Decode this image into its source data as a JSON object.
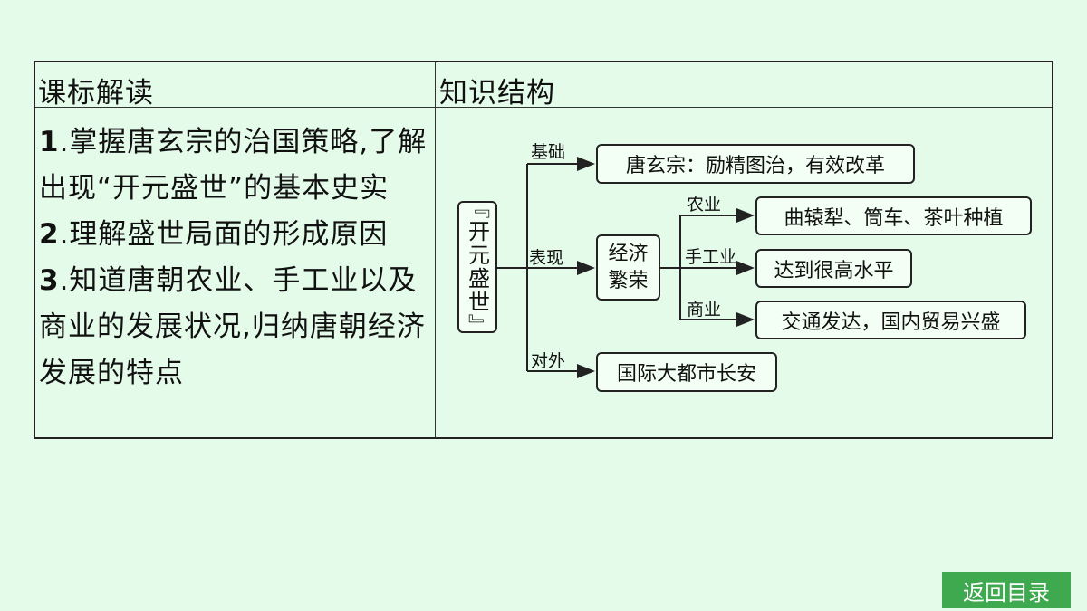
{
  "table": {
    "left_header": "课标解读",
    "right_header": "知识结构",
    "requirements": [
      {
        "num": "1",
        "text": ".掌握唐玄宗的治国策略,了解出现“开元盛世”的基本史实"
      },
      {
        "num": "2",
        "text": ".理解盛世局面的形成原因"
      },
      {
        "num": "3",
        "text": ".知道唐朝农业、手工业以及商业的发展状况,归纳唐朝经济发展的特点"
      }
    ]
  },
  "diagram": {
    "root": "『开元盛世』",
    "branch_labels": {
      "foundation": "基础",
      "performance": "表现",
      "foreign": "对外"
    },
    "foundation_box": "唐玄宗：励精图治，有效改革",
    "economy_box": "经济繁荣",
    "sub_labels": {
      "agriculture": "农业",
      "handicraft": "手工业",
      "commerce": "商业"
    },
    "agriculture_box": "曲辕犁、筒车、茶叶种植",
    "handicraft_box": "达到很高水平",
    "commerce_box": "交通发达，国内贸易兴盛",
    "foreign_box": "国际大都市长安"
  },
  "nav": {
    "back_label": "返回目录"
  }
}
